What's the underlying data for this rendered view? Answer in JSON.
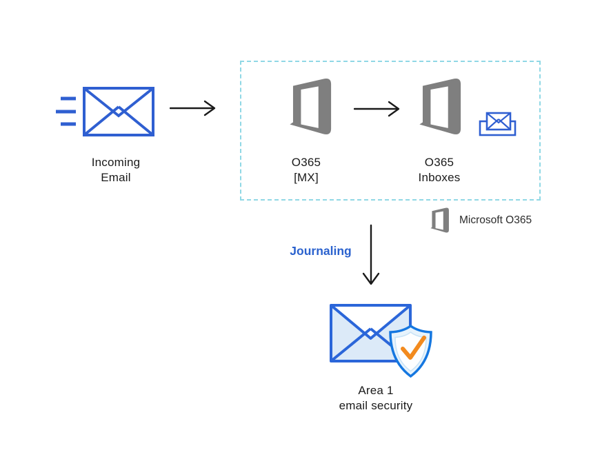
{
  "page": {
    "kind": "email-flow-diagram",
    "background": "#ffffff"
  },
  "colors": {
    "envelope_blue": "#2f5fd1",
    "office_gray": "#7f7f7f",
    "dashed_border": "#90d8e5",
    "arrow_black": "#1a1a1a",
    "journaling_blue": "#2b62ce",
    "area1_blue": "#2b66d9",
    "area1_light_fill": "#dcEAF8",
    "shield_azure": "#1577e0",
    "check_orange": "#f28a1e",
    "text_dark": "#1a1a1a"
  },
  "icons": {
    "incoming": "envelope-speed-icon",
    "o365": "office365-logo",
    "inbox": "inbox-tray-icon",
    "area1": "envelope-shield-check-icon",
    "flow_right": "arrow-right-icon",
    "flow_down": "arrow-down-icon"
  },
  "nodes": {
    "incoming_email": {
      "line1": "Incoming",
      "line2": "Email"
    },
    "o365_mx": {
      "line1": "O365",
      "line2": "[MX]"
    },
    "o365_inboxes": {
      "line1": "O365",
      "line2": "Inboxes"
    },
    "area1": {
      "line1": "Area 1",
      "line2": "email security"
    }
  },
  "edge_label": "Journaling",
  "legend": {
    "label": "Microsoft O365"
  }
}
